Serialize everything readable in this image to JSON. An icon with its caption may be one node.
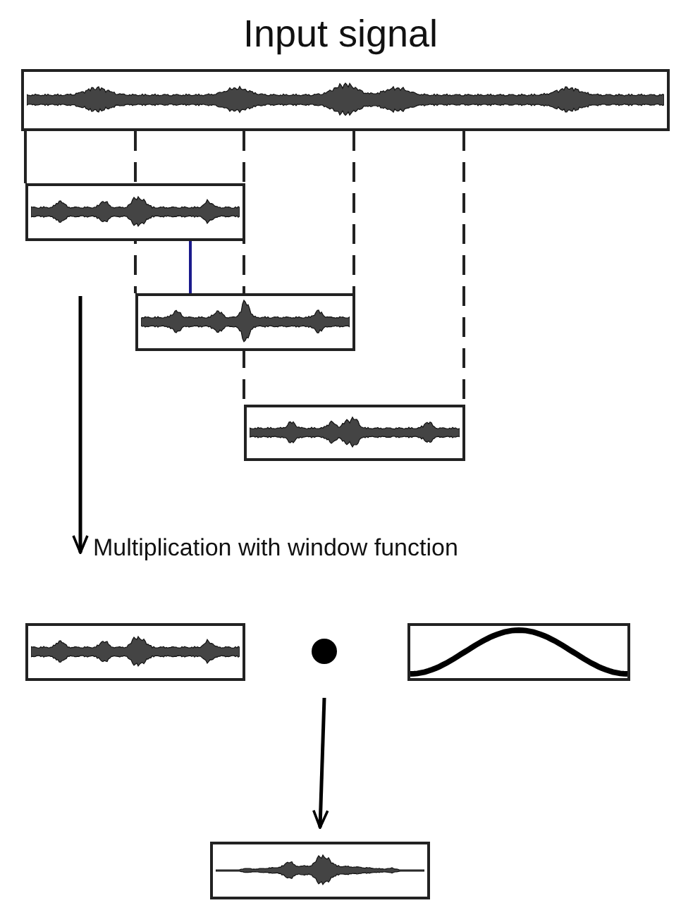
{
  "diagram": {
    "title": "Input signal",
    "nodes": [
      {
        "text": [],
        "shape": "box"
      },
      {
        "text": [],
        "shape": "box"
      },
      {
        "text": [],
        "shape": "box"
      },
      {
        "text": [],
        "shape": "box"
      },
      {
        "text": [
          "Multiplication with window function"
        ]
      },
      {
        "text": [],
        "shape": "box"
      },
      {
        "text": [],
        "shape": "circle"
      },
      {
        "text": [],
        "shape": "box"
      },
      {
        "text": [],
        "shape": "box"
      }
    ],
    "edges": [
      {
        "from": null,
        "to": 4,
        "arrow": "to"
      },
      {
        "from": 6,
        "to": 8,
        "arrow": "to"
      }
    ]
  }
}
